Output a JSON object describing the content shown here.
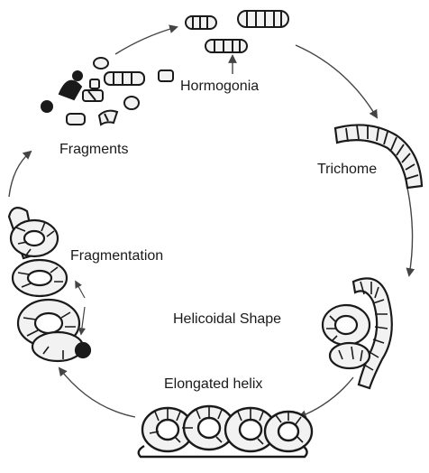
{
  "labels": {
    "hormogonia": "Hormogonia",
    "trichome": "Trichome",
    "fragments": "Fragments",
    "fragmentation": "Fragmentation",
    "helicoidal_shape": "Helicoidal Shape",
    "elongated_helix": "Elongated helix"
  },
  "colors": {
    "ink": "#1a1a1a",
    "arrow": "#444444",
    "cell_fill": "#f2f2f2"
  }
}
